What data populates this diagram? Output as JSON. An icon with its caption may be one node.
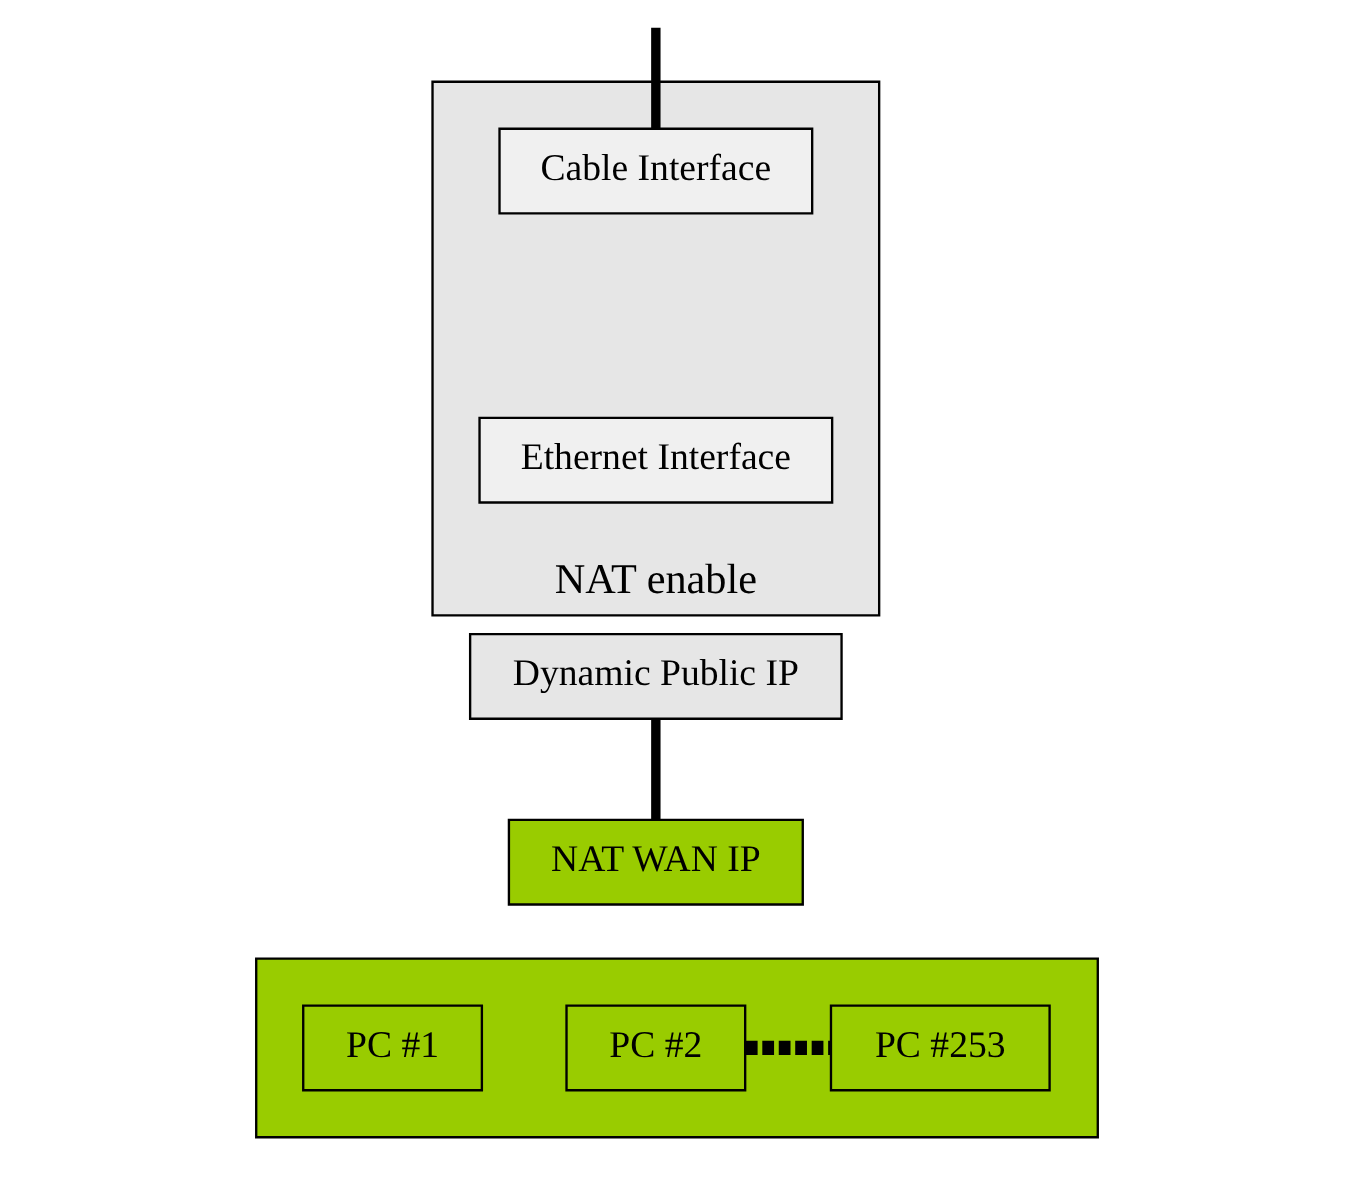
{
  "diagram": {
    "nodes": [
      {
        "text": [
          "NAT enable"
        ]
      },
      {
        "text": [
          "Cable Interface"
        ],
        "in": 0
      },
      {
        "text": [
          "Ethernet Interface"
        ],
        "in": 0
      },
      {
        "text": [
          "Dynamic Public IP"
        ]
      },
      {
        "text": [
          "NAT WAN IP"
        ]
      },
      {
        "text": [],
        "shape": "box"
      },
      {
        "text": [
          "PC #1"
        ],
        "in": 5
      },
      {
        "text": [
          "PC #2"
        ],
        "in": 5
      },
      {
        "text": [
          "PC #253"
        ],
        "in": 5
      }
    ],
    "edges": [
      {
        "from": null,
        "to": 1,
        "arrow": "none"
      },
      {
        "from": 3,
        "to": 4,
        "arrow": "none"
      },
      {
        "from": 7,
        "to": 8,
        "arrow": "none",
        "style": "dashed"
      }
    ]
  }
}
